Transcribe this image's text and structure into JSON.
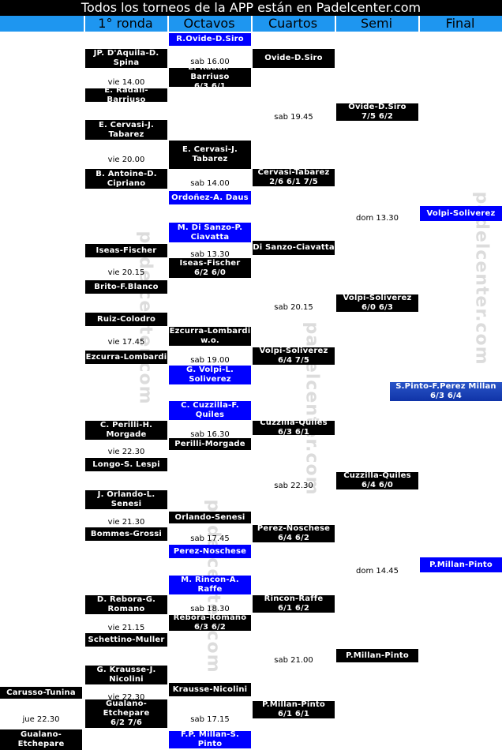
{
  "banner": "Todos los torneos de la APP están en Padelcenter.com",
  "headers": [
    "1° ronda",
    "Octavos",
    "Cuartos",
    "Semi",
    "Final"
  ],
  "watermark": "padelcenter.com",
  "boxes": [
    {
      "text": "R.Ovide-D.Siro",
      "color": "b",
      "col": "oct"
    },
    {
      "text": "JP. D'Aquila-D. Spina",
      "color": "k",
      "col": "r1"
    },
    {
      "text": "Ovide-D.Siro",
      "color": "k",
      "col": "q"
    },
    {
      "text": "E. Radall-Barriuso",
      "sub": "6/3 6/1",
      "color": "k",
      "col": "oct"
    },
    {
      "text": "E. Radall-Barriuso",
      "color": "k",
      "col": "r1"
    },
    {
      "text": "Ovide-D.Siro",
      "sub": "7/5 6/2",
      "color": "k",
      "col": "s"
    },
    {
      "text": "E. Cervasi-J. Tabarez",
      "color": "k",
      "col": "r1"
    },
    {
      "text": "E. Cervasi-J. Tabarez",
      "color": "k",
      "col": "oct"
    },
    {
      "text": "B. Antoine-D. Cipriano",
      "color": "k",
      "col": "r1"
    },
    {
      "text": "Cervasi-Tabarez",
      "sub": "2/6 6/1 7/5",
      "color": "k",
      "col": "q"
    },
    {
      "text": "Ordoñez-A. Daus",
      "color": "b",
      "col": "oct"
    },
    {
      "text": "Volpi-Soliverez",
      "color": "b",
      "col": "f"
    },
    {
      "text": "M. Di Sanzo-P. Ciavatta",
      "color": "b",
      "col": "oct"
    },
    {
      "text": "Iseas-Fischer",
      "color": "k",
      "col": "r1"
    },
    {
      "text": "Di Sanzo-Ciavatta",
      "color": "k",
      "col": "q"
    },
    {
      "text": "Iseas-Fischer",
      "sub": "6/2 6/0",
      "color": "k",
      "col": "oct"
    },
    {
      "text": "Brito-F.Blanco",
      "color": "k",
      "col": "r1"
    },
    {
      "text": "Volpi-Soliverez",
      "sub": "6/0 6/3",
      "color": "k",
      "col": "s"
    },
    {
      "text": "Ruiz-Colodro",
      "color": "k",
      "col": "r1"
    },
    {
      "text": "Ezcurra-Lombardi",
      "sub": "w.o.",
      "color": "k",
      "col": "oct"
    },
    {
      "text": "Ezcurra-Lombardi",
      "color": "k",
      "col": "r1"
    },
    {
      "text": "Volpi-Soliverez",
      "sub": "6/4 7/5",
      "color": "k",
      "col": "q"
    },
    {
      "text": "G. Volpi-L. Soliverez",
      "color": "b",
      "col": "oct"
    },
    {
      "text": "S.Pinto-F.Perez Millan",
      "sub": "6/3 6/4",
      "color": "g",
      "col": "final"
    },
    {
      "text": "C. Cuzzilla-F. Quiles",
      "color": "b",
      "col": "oct"
    },
    {
      "text": "C. Perilli-H. Morgade",
      "color": "k",
      "col": "r1"
    },
    {
      "text": "Cuzzilla-Quiles",
      "sub": "6/3 6/1",
      "color": "k",
      "col": "q"
    },
    {
      "text": "Perilli-Morgade",
      "color": "k",
      "col": "oct"
    },
    {
      "text": "Longo-S. Lespi",
      "color": "k",
      "col": "r1"
    },
    {
      "text": "Cuzzilla-Quiles",
      "sub": "6/4 6/0",
      "color": "k",
      "col": "s"
    },
    {
      "text": "J. Orlando-L. Senesi",
      "color": "k",
      "col": "r1"
    },
    {
      "text": "Orlando-Senesi",
      "color": "k",
      "col": "oct"
    },
    {
      "text": "Bommes-Grossi",
      "color": "k",
      "col": "r1"
    },
    {
      "text": "Perez-Noschese",
      "sub": "6/4 6/2",
      "color": "k",
      "col": "q"
    },
    {
      "text": "Perez-Noschese",
      "color": "b",
      "col": "oct"
    },
    {
      "text": "P.Millan-Pinto",
      "color": "b",
      "col": "f"
    },
    {
      "text": "M. Rincon-A. Raffe",
      "color": "b",
      "col": "oct"
    },
    {
      "text": "D. Rebora-G. Romano",
      "color": "k",
      "col": "r1"
    },
    {
      "text": "Rincon-Raffe",
      "sub": "6/1 6/2",
      "color": "k",
      "col": "q"
    },
    {
      "text": "Rebora-Romano",
      "sub": "6/3 6/2",
      "color": "k",
      "col": "oct"
    },
    {
      "text": "Schettino-Muller",
      "color": "k",
      "col": "r1"
    },
    {
      "text": "P.Millan-Pinto",
      "color": "k",
      "col": "s"
    },
    {
      "text": "G. Krausse-J. Nicolini",
      "color": "k",
      "col": "r1"
    },
    {
      "text": "Carusso-Tunina",
      "color": "k",
      "col": "r0"
    },
    {
      "text": "Krausse-Nicolini",
      "color": "k",
      "col": "oct"
    },
    {
      "text": "Gualano-Etchepare",
      "sub": "6/2 7/6",
      "color": "k",
      "col": "r1"
    },
    {
      "text": "P.Millan-Pinto",
      "sub": "6/1 6/1",
      "color": "k",
      "col": "q"
    },
    {
      "text": "Gualano-Etchepare",
      "color": "k",
      "col": "r0"
    },
    {
      "text": "F.P. Millan-S. Pinto",
      "color": "b",
      "col": "oct"
    }
  ],
  "times": [
    "sab 16.00",
    "vie 14.00",
    "sab 19.45",
    "vie 20.00",
    "sab 14.00",
    "dom 13.30",
    "sab 13.30",
    "vie 20.15",
    "sab 20.15",
    "vie 17.45",
    "sab 19.00",
    "sab 16.30",
    "vie 22.30",
    "sab 22.30",
    "vie 21.30",
    "sab 17.45",
    "dom 14.45",
    "sab 18.30",
    "vie 21.15",
    "sab 21.00",
    "vie 22.30",
    "jue 22.30",
    "sab 17.15"
  ]
}
